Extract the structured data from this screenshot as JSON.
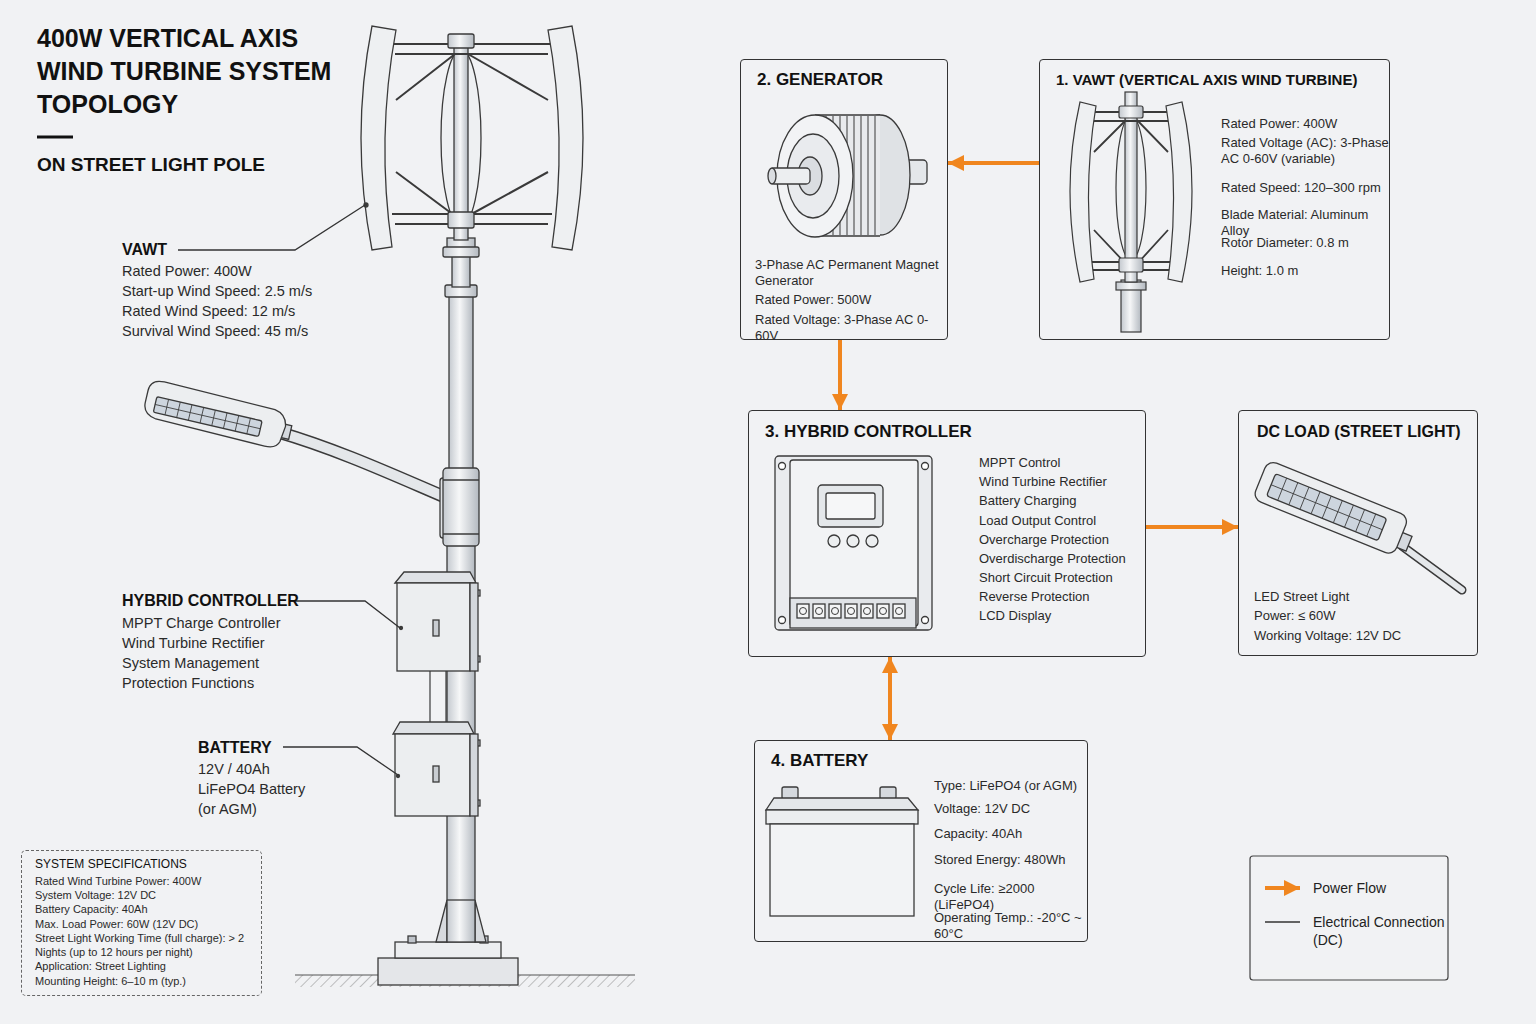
{
  "diagram": {
    "title": "400W VERTICAL AXIS WIND TURBINE SYSTEM TOPOLOGY",
    "nodes": [
      {
        "text": [
          "2. GENERATOR",
          "3-Phase AC Permanent Magnet Generator",
          "Rated Power: 500W",
          "Rated Voltage: 3-Phase AC 0-60V"
        ]
      },
      {
        "text": [
          "1. VAWT (VERTICAL AXIS WIND TURBINE)",
          "Rated Power: 400W",
          "Rated Voltage (AC): 3-Phase AC 0-60V (variable)",
          "Rated Speed: 120–300 rpm",
          "Blade Material: Aluminum Alloy",
          "Rotor Diameter: 0.8 m",
          "Height: 1.0 m"
        ]
      },
      {
        "text": [
          "3. HYBRID CONTROLLER",
          "MPPT Control",
          "Wind Turbine Rectifier",
          "Battery Charging",
          "Load Output Control",
          "Overcharge Protection",
          "Overdischarge Protection",
          "Short Circuit Protection",
          "Reverse Protection",
          "LCD Display"
        ]
      },
      {
        "text": [
          "DC LOAD (STREET LIGHT)",
          "LED Street Light",
          "Power: ≤ 60W",
          "Working Voltage: 12V DC"
        ]
      },
      {
        "text": [
          "4. BATTERY",
          "Type: LiFePO4 (or AGM)",
          "Voltage: 12V DC",
          "Capacity: 40Ah",
          "Stored Energy: 480Wh",
          "Cycle Life: ≥2000 (LiFePO4)",
          "Operating Temp.: -20°C ~ 60°C"
        ]
      },
      {
        "text": [
          "SYSTEM SPECIFICATIONS",
          "Rated Wind Turbine Power: 400W",
          "System Voltage: 12V DC",
          "Battery Capacity: 40Ah",
          "Max. Load Power: 60W (12V DC)",
          "Street Light Working Time (full charge): > 2 Nights (up to 12 hours per night)",
          "Application: Street Lighting",
          "Mounting Height: 6–10 m (typ.)"
        ]
      }
    ],
    "edges": [
      {
        "from": 1,
        "to": 0,
        "arrow": "to"
      },
      {
        "from": 0,
        "to": 2,
        "arrow": "to"
      },
      {
        "from": 2,
        "to": 3,
        "arrow": "to"
      },
      {
        "from": 2,
        "to": 4,
        "arrow": "both"
      }
    ],
    "labels": [
      "ON STREET LIGHT POLE",
      "VAWT",
      "Rated Power: 400W",
      "Start-up Wind Speed: 2.5 m/s",
      "Rated Wind Speed: 12 m/s",
      "Survival Wind Speed: 45 m/s",
      "HYBRID CONTROLLER",
      "MPPT Charge Controller",
      "Wind Turbine Rectifier",
      "System Management",
      "Protection Functions",
      "BATTERY",
      "12V / 40Ah",
      "LiFePO4 Battery",
      "(or AGM)"
    ],
    "legend": [
      {
        "text": "Power Flow"
      },
      {
        "text": "Electrical Connection (DC)"
      }
    ]
  }
}
